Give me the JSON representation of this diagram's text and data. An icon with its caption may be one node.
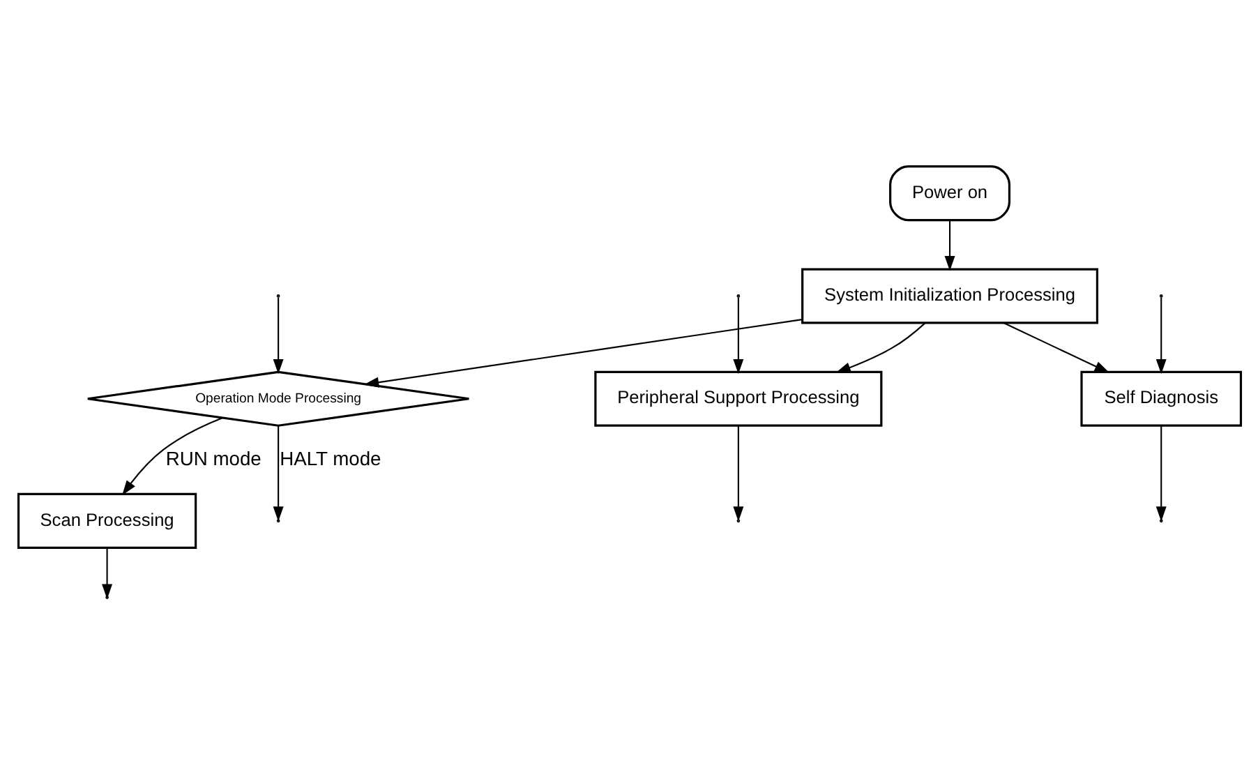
{
  "diagram": {
    "nodes": [
      {
        "text": [
          "Power on"
        ]
      },
      {
        "text": [
          "System Initialization Processing"
        ]
      },
      {
        "text": [
          "Operation Mode Processing"
        ]
      },
      {
        "text": [
          "Scan Processing"
        ]
      },
      {
        "text": [
          "Peripheral Support Processing"
        ]
      },
      {
        "text": [
          "Self Diagnosis"
        ]
      }
    ],
    "edges": [
      {
        "from": 0,
        "to": 1,
        "arrow": "to"
      },
      {
        "from": 1,
        "to": 2,
        "arrow": "to"
      },
      {
        "from": 1,
        "to": 4,
        "arrow": "to"
      },
      {
        "from": 1,
        "to": 5,
        "arrow": "to"
      },
      {
        "from": 2,
        "to": 3,
        "arrow": "to",
        "label": "RUN mode"
      },
      {
        "from": 2,
        "to": null,
        "arrow": "to",
        "label": "HALT mode"
      },
      {
        "from": 3,
        "to": null,
        "arrow": "to"
      },
      {
        "from": 4,
        "to": null,
        "arrow": "to"
      },
      {
        "from": 5,
        "to": null,
        "arrow": "to"
      },
      {
        "from": null,
        "to": 2,
        "arrow": "to"
      },
      {
        "from": null,
        "to": 4,
        "arrow": "to"
      },
      {
        "from": null,
        "to": 5,
        "arrow": "to"
      }
    ]
  }
}
